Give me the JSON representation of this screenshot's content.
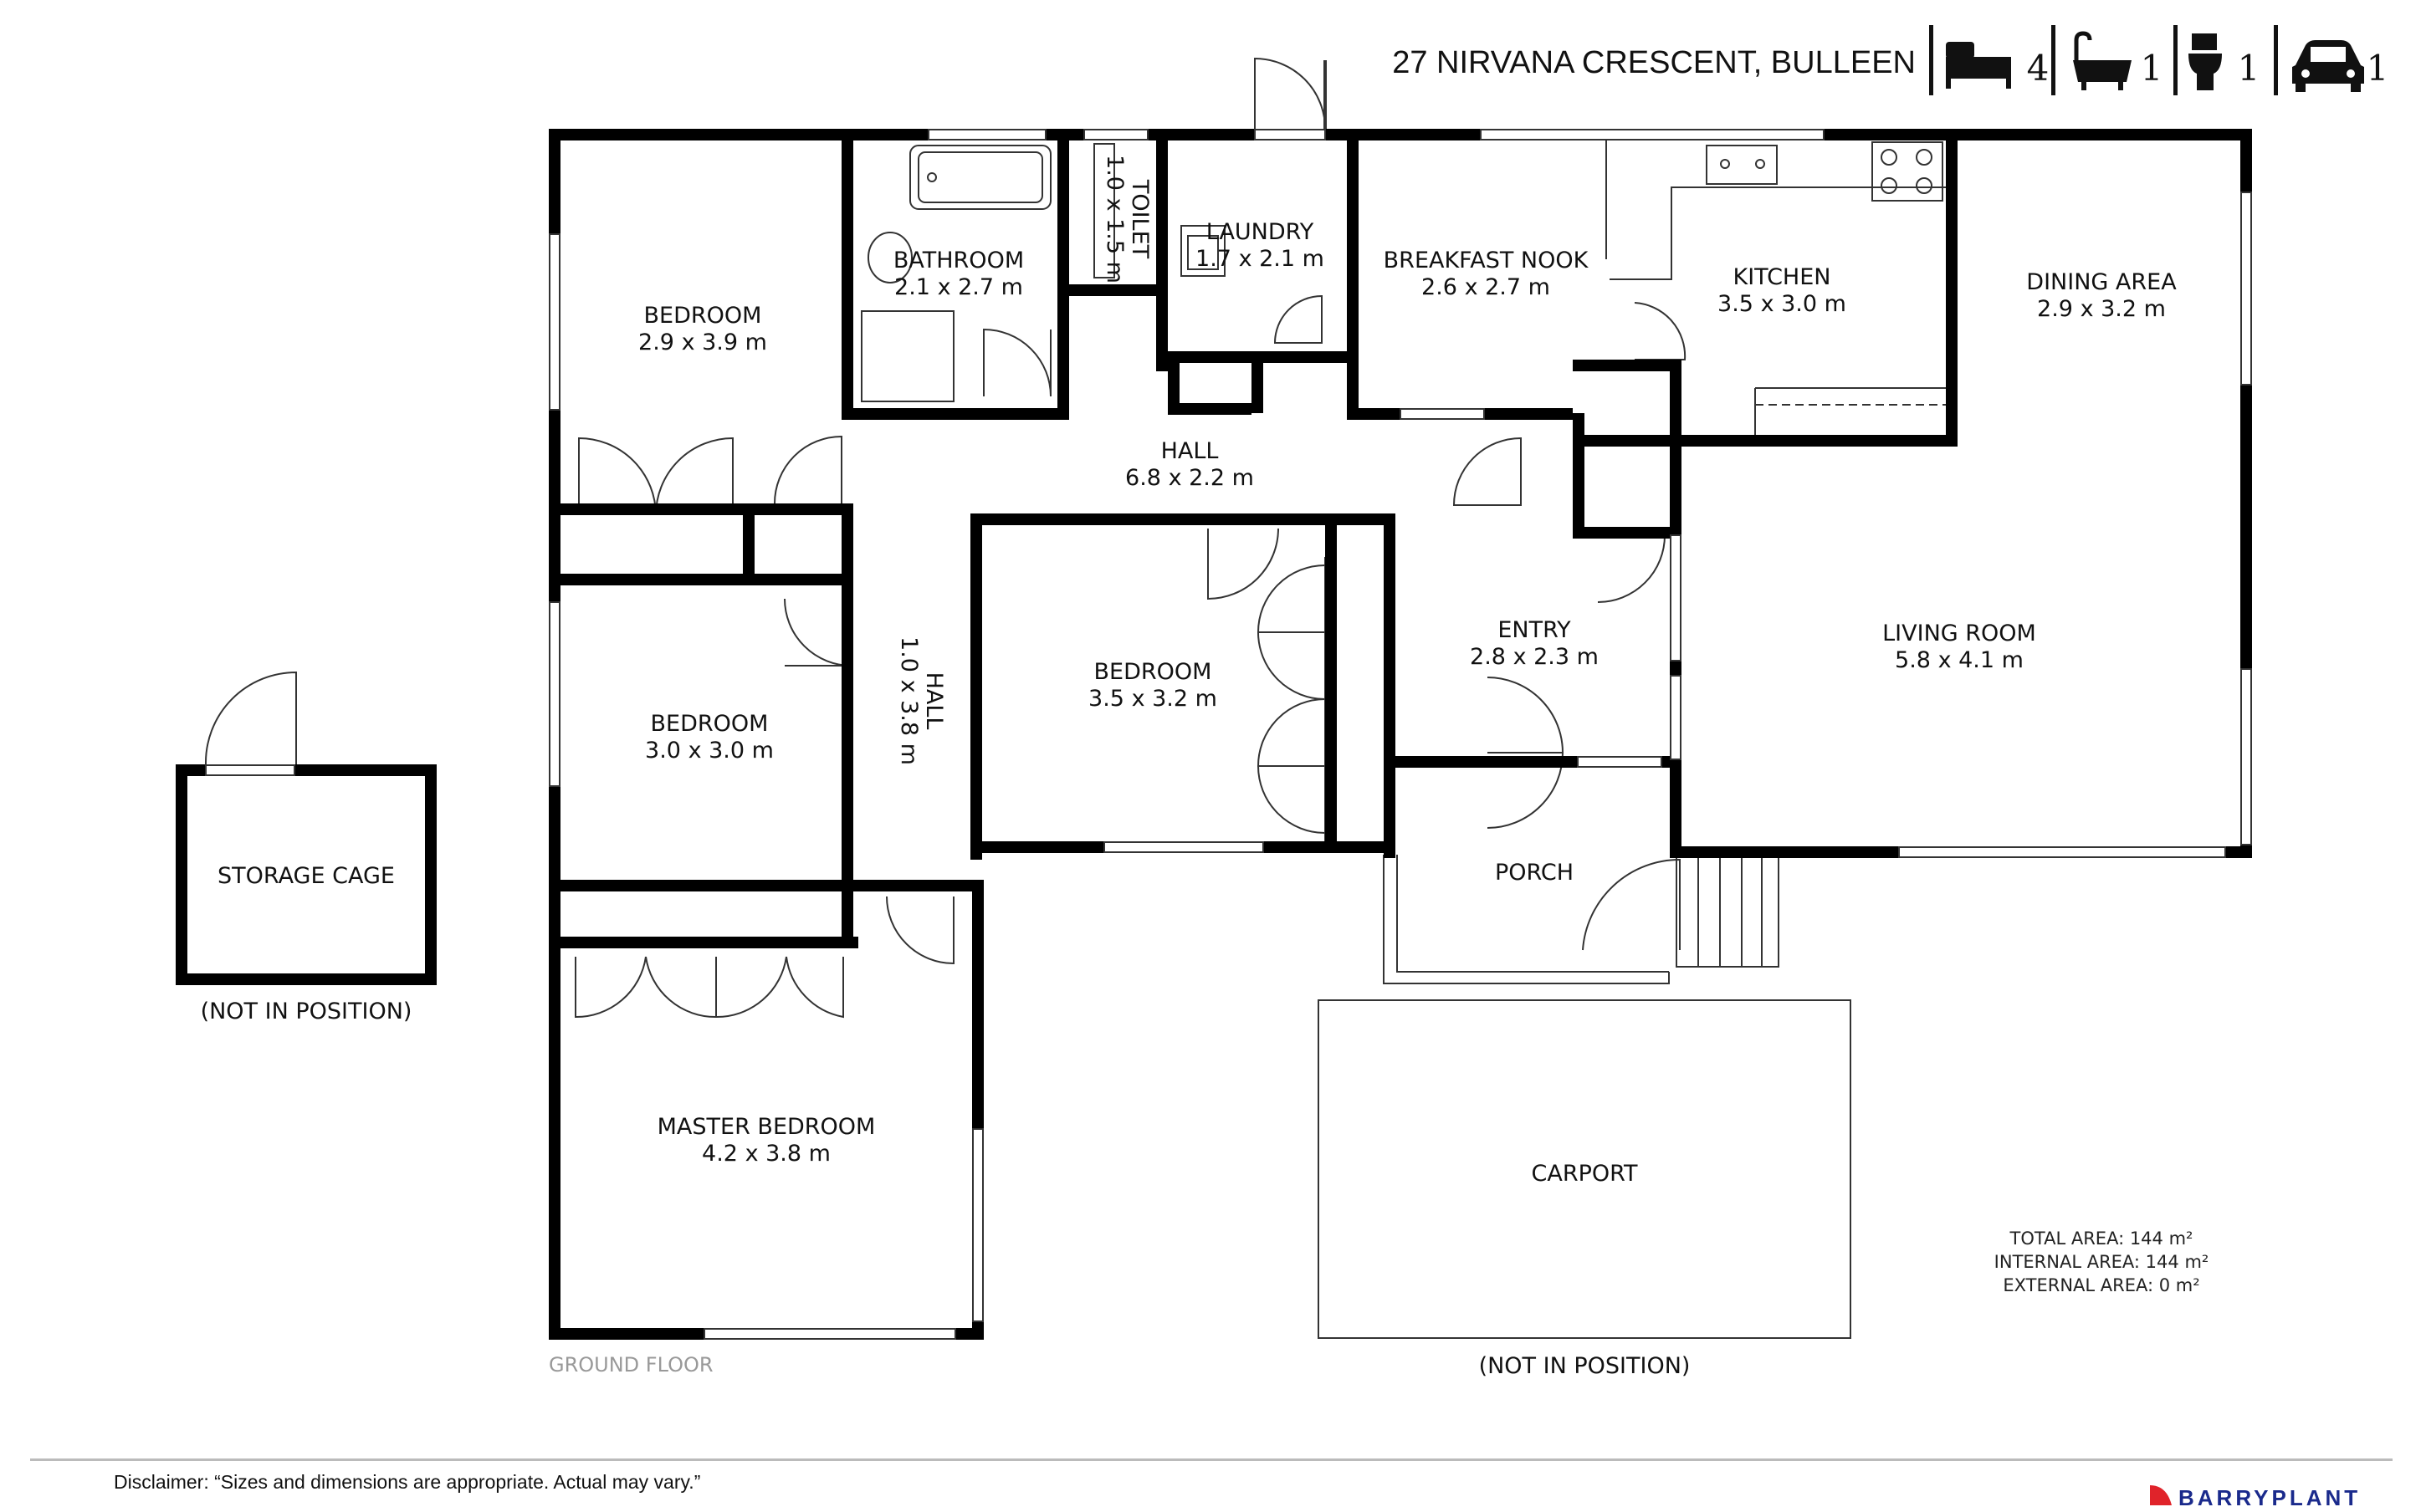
{
  "header": {
    "address": "27 NIRVANA CRESCENT, BULLEEN",
    "features": [
      {
        "icon": "bed-icon",
        "count": "4"
      },
      {
        "icon": "bathtub-icon",
        "count": "1"
      },
      {
        "icon": "toilet-icon",
        "count": "1"
      },
      {
        "icon": "car-icon",
        "count": "1"
      }
    ]
  },
  "rooms": {
    "bedroom_nw": {
      "name": "BEDROOM",
      "size": "2.9 x 3.9 m"
    },
    "bathroom": {
      "name": "BATHROOM",
      "size": "2.1 x 2.7 m"
    },
    "toilet": {
      "name": "TOILET",
      "size": "1.0 x 1.5 m"
    },
    "laundry": {
      "name": "LAUNDRY",
      "size": "1.7 x 2.1 m"
    },
    "breakfast_nook": {
      "name": "BREAKFAST NOOK",
      "size": "2.6 x 2.7 m"
    },
    "kitchen": {
      "name": "KITCHEN",
      "size": "3.5 x 3.0 m"
    },
    "dining_area": {
      "name": "DINING AREA",
      "size": "2.9 x 3.2 m"
    },
    "hall_main": {
      "name": "HALL",
      "size": "6.8 x 2.2 m"
    },
    "hall_side": {
      "name": "HALL",
      "size": "1.0 x 3.8 m"
    },
    "bedroom_w": {
      "name": "BEDROOM",
      "size": "3.0 x 3.0 m"
    },
    "bedroom_c": {
      "name": "BEDROOM",
      "size": "3.5 x 3.2 m"
    },
    "entry": {
      "name": "ENTRY",
      "size": "2.8 x 2.3 m"
    },
    "living_room": {
      "name": "LIVING ROOM",
      "size": "5.8 x 4.1 m"
    },
    "porch": {
      "name": "PORCH"
    },
    "master_bedroom": {
      "name": "MASTER BEDROOM",
      "size": "4.2 x 3.8 m"
    },
    "carport": {
      "name": "CARPORT",
      "note": "(NOT IN POSITION)"
    },
    "storage_cage": {
      "name": "STORAGE CAGE",
      "note": "(NOT IN POSITION)"
    }
  },
  "floor_label": "GROUND FLOOR",
  "areas": {
    "total": "TOTAL AREA: 144 m²",
    "internal": "INTERNAL AREA: 144 m²",
    "external": "EXTERNAL AREA: 0 m²"
  },
  "disclaimer": "Disclaimer: “Sizes and dimensions are appropriate. Actual may vary.”",
  "brand": {
    "name": "BARRYPLANT",
    "color": "#1a2a8c",
    "accent": "#e0232a"
  }
}
